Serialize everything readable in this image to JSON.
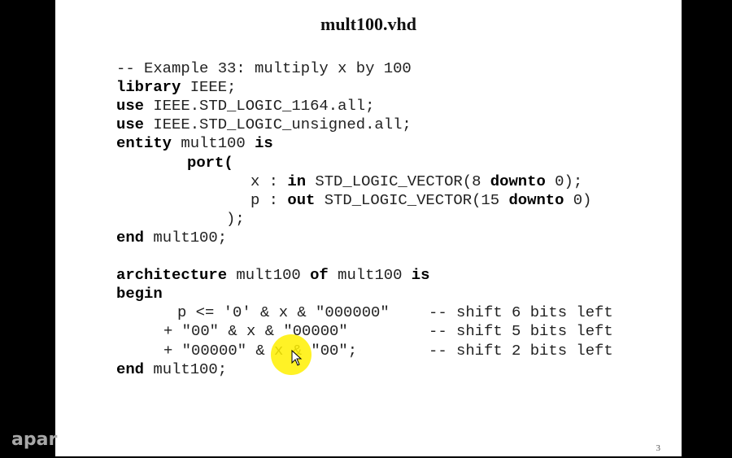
{
  "slide": {
    "title": "mult100.vhd",
    "page_number": "3",
    "code_lines": [
      {
        "indent": 0,
        "segs": [
          {
            "t": "-- Example 33: multiply x by 100",
            "b": false
          }
        ]
      },
      {
        "indent": 0,
        "segs": [
          {
            "t": "library",
            "b": true
          },
          {
            "t": " IEEE;",
            "b": false
          }
        ]
      },
      {
        "indent": 0,
        "segs": [
          {
            "t": "use",
            "b": true
          },
          {
            "t": " IEEE.STD_LOGIC_1164.all;",
            "b": false
          }
        ]
      },
      {
        "indent": 0,
        "segs": [
          {
            "t": "use",
            "b": true
          },
          {
            "t": " IEEE.STD_LOGIC_unsigned.all;",
            "b": false
          }
        ]
      },
      {
        "indent": 0,
        "segs": [
          {
            "t": "entity",
            "b": true
          },
          {
            "t": " mult100 ",
            "b": false
          },
          {
            "t": "is",
            "b": true
          }
        ]
      },
      {
        "indent": 87,
        "segs": [
          {
            "t": "port(",
            "b": true
          }
        ]
      },
      {
        "indent": 165,
        "segs": [
          {
            "t": "x : ",
            "b": false
          },
          {
            "t": "in",
            "b": true
          },
          {
            "t": " STD_LOGIC_VECTOR(8 ",
            "b": false
          },
          {
            "t": "downto",
            "b": true
          },
          {
            "t": " 0);",
            "b": false
          }
        ]
      },
      {
        "indent": 165,
        "segs": [
          {
            "t": "p : ",
            "b": false
          },
          {
            "t": "out",
            "b": true
          },
          {
            "t": " STD_LOGIC_VECTOR(15 ",
            "b": false
          },
          {
            "t": "downto",
            "b": true
          },
          {
            "t": " 0)",
            "b": false
          }
        ]
      },
      {
        "indent": 135,
        "segs": [
          {
            "t": ");",
            "b": false
          }
        ]
      },
      {
        "indent": 0,
        "segs": [
          {
            "t": "end",
            "b": true
          },
          {
            "t": " mult100;",
            "b": false
          }
        ]
      },
      {
        "indent": 0,
        "segs": []
      },
      {
        "indent": 0,
        "segs": [
          {
            "t": "architecture",
            "b": true
          },
          {
            "t": " mult100 ",
            "b": false
          },
          {
            "t": "of",
            "b": true
          },
          {
            "t": " mult100 ",
            "b": false
          },
          {
            "t": "is",
            "b": true
          }
        ]
      },
      {
        "indent": 0,
        "segs": [
          {
            "t": "begin",
            "b": true
          }
        ]
      },
      {
        "indent": 75,
        "segs": [
          {
            "t": "p <= '0' & x & \"000000\"",
            "b": false
          }
        ],
        "comment": "-- shift 6 bits left"
      },
      {
        "indent": 58,
        "segs": [
          {
            "t": "+ \"00\" & x & \"00000\"",
            "b": false
          }
        ],
        "comment": "-- shift 5 bits left"
      },
      {
        "indent": 58,
        "segs": [
          {
            "t": "+ \"00000\" & x & \"00\";",
            "b": false
          }
        ],
        "comment": "-- shift 2 bits left"
      },
      {
        "indent": 0,
        "segs": [
          {
            "t": "end",
            "b": true
          },
          {
            "t": " mult100;",
            "b": false
          }
        ]
      }
    ]
  },
  "watermark": "apar",
  "colors": {
    "highlight": "#fff000",
    "background": "#000000",
    "slide": "#ffffff"
  }
}
